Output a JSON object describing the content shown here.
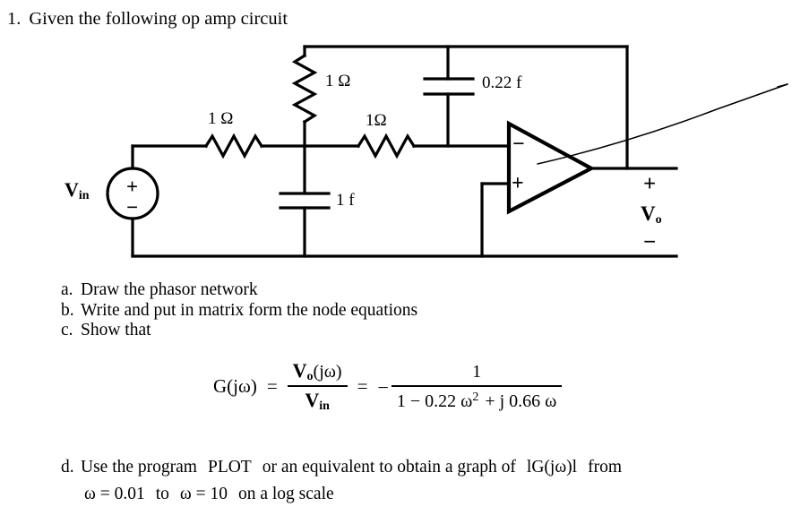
{
  "document": {
    "question_number": "1.",
    "question_text": "Given the following op amp circuit",
    "parts": [
      {
        "marker": "a.",
        "text": "Draw the phasor network"
      },
      {
        "marker": "b.",
        "text": "Write and put in matrix form the node equations"
      },
      {
        "marker": "c.",
        "text": "Show that"
      }
    ],
    "part_d": {
      "marker": "d.",
      "line1_a": "Use the program",
      "line1_b": "PLOT",
      "line1_c": "or an equivalent to obtain a graph of",
      "line1_d": "lG(jω)l",
      "line1_e": "from",
      "line2_a": "ω = 0.01",
      "line2_b": "to",
      "line2_c": "ω = 10",
      "line2_d": "on a log scale"
    }
  },
  "equation": {
    "lhs": "G(jω)",
    "equals_1": "=",
    "numerator_v": "V",
    "numerator_sub": "o",
    "numerator_arg": "(jω)",
    "denominator_v": "V",
    "denominator_sub": "in",
    "equals_2": "=",
    "sign": "−",
    "rhs_numerator": "1",
    "rhs_denominator_a": "1  −  0.22 ω",
    "rhs_denominator_exp": "2",
    "rhs_denominator_b": "+  j 0.66 ω"
  },
  "circuit": {
    "source_label_v": "V",
    "source_label_sub": "in",
    "source_plus": "+",
    "source_minus": "−",
    "r_feedback_label": "1 Ω",
    "r_input_label": "1 Ω",
    "r_mid_label": "1Ω",
    "c_shunt_label": "1 f",
    "c_feedback_label": "0.22 f",
    "opamp_minus": "−",
    "opamp_plus": "+",
    "out_plus": "+",
    "out_label_v": "V",
    "out_label_sub": "o",
    "out_minus": "−"
  },
  "colors": {
    "ink": "#000000",
    "paper": "#ffffff"
  }
}
